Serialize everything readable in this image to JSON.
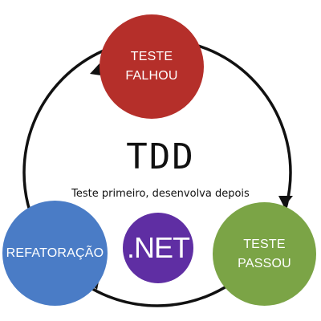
{
  "diagram": {
    "title": "TDD",
    "subtitle": "Teste primeiro, desenvolva depois",
    "nodes": {
      "fail": {
        "label": "TESTE\nFALHOU",
        "color": "#b52f2a"
      },
      "pass": {
        "label": "TESTE\nPASSOU",
        "color": "#7ba446"
      },
      "refactor": {
        "label": "REFATORAÇÃO",
        "color": "#4a7cc6"
      },
      "dotnet": {
        "label": ".NET",
        "color": "#5f2ea3"
      }
    },
    "cycle_color": "#111111"
  }
}
